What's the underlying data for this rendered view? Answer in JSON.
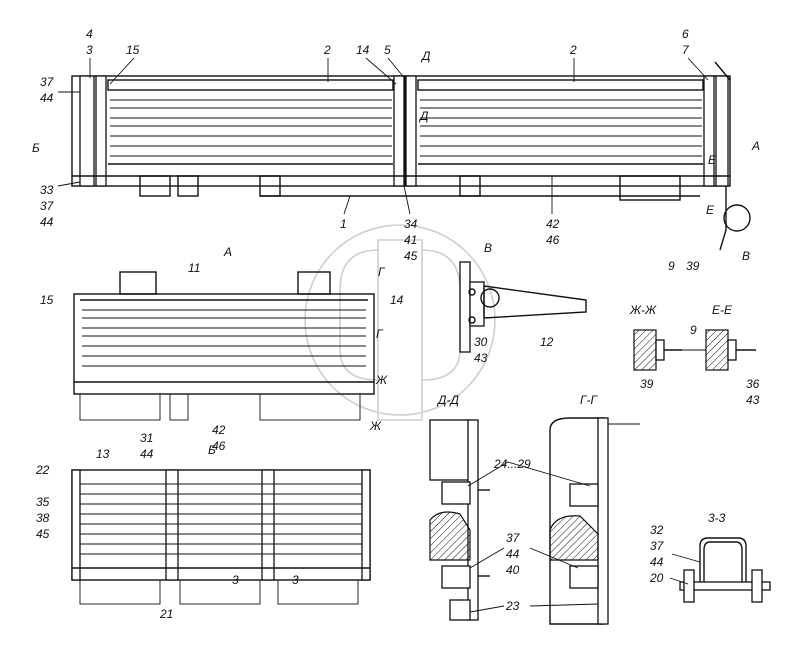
{
  "labels": {
    "v_4": "4",
    "v_3": "3",
    "v_15a": "15",
    "v_2a": "2",
    "v_14a": "14",
    "v_5": "5",
    "v_D1": "Д",
    "v_2b": "2",
    "v_6": "6",
    "v_7": "7",
    "v_37a": "37",
    "v_44a": "44",
    "v_D2": "Д",
    "v_B_arrow": "Б",
    "v_A_arrow": "А",
    "v_E1": "Е",
    "v_33": "33",
    "v_37b": "37",
    "v_44b": "44",
    "v_1": "1",
    "v_34": "34",
    "v_41": "41",
    "v_45a": "45",
    "v_42a": "42",
    "v_46a": "46",
    "v_E2": "Е",
    "v_V": "В",
    "a_A": "А",
    "a_11": "11",
    "a_G1": "Г",
    "a_15": "15",
    "a_14": "14",
    "a_G2": "Г",
    "a_Zh1": "Ж",
    "a_Zh2": "Ж",
    "a_42": "42",
    "a_46": "46",
    "vb_V": "В",
    "vb_30": "30",
    "vb_43": "43",
    "vb_12": "12",
    "s_9a": "9",
    "s_39a": "39",
    "s_ZhZh": "Ж-Ж",
    "s_EE": "Е-Е",
    "s_9b": "9",
    "s_39b": "39",
    "s_36": "36",
    "s_43": "43",
    "b_31": "31",
    "b_44": "44",
    "b_B": "Б",
    "b_22": "22",
    "b_13": "13",
    "b_35": "35",
    "b_38": "38",
    "b_45": "45",
    "b_Z1": "3",
    "b_Z2": "3",
    "b_21": "21",
    "d_DD": "Д-Д",
    "d_GG": "Г-Г",
    "d_24_29": "24...29",
    "d_37": "37",
    "d_44": "44",
    "d_40": "40",
    "d_23": "23",
    "z_ZZ": "3-3",
    "z_32": "32",
    "z_37": "37",
    "z_44": "44",
    "z_20": "20"
  }
}
